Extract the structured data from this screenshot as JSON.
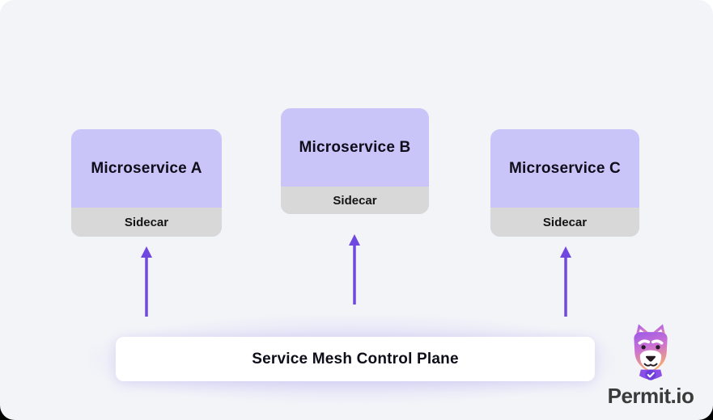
{
  "diagram": {
    "services": [
      {
        "label": "Microservice A",
        "sidecar_label": "Sidecar"
      },
      {
        "label": "Microservice B",
        "sidecar_label": "Sidecar"
      },
      {
        "label": "Microservice C",
        "sidecar_label": "Sidecar"
      }
    ],
    "control_plane_label": "Service Mesh Control Plane",
    "arrow_icon": "arrow-up-icon"
  },
  "branding": {
    "logo_text": "Permit.io",
    "mascot_icon": "permit-dog-mascot-icon"
  },
  "colors": {
    "canvas_background": "#f3f4f8",
    "service_box": "#c9c5f9",
    "sidecar_bar": "#d8d8d8",
    "arrow": "#7048e0",
    "control_plane_background": "#ffffff",
    "label_text": "#0e0e1a",
    "logo_text": "#3b3b3b",
    "bottom_edge": "#000000"
  }
}
